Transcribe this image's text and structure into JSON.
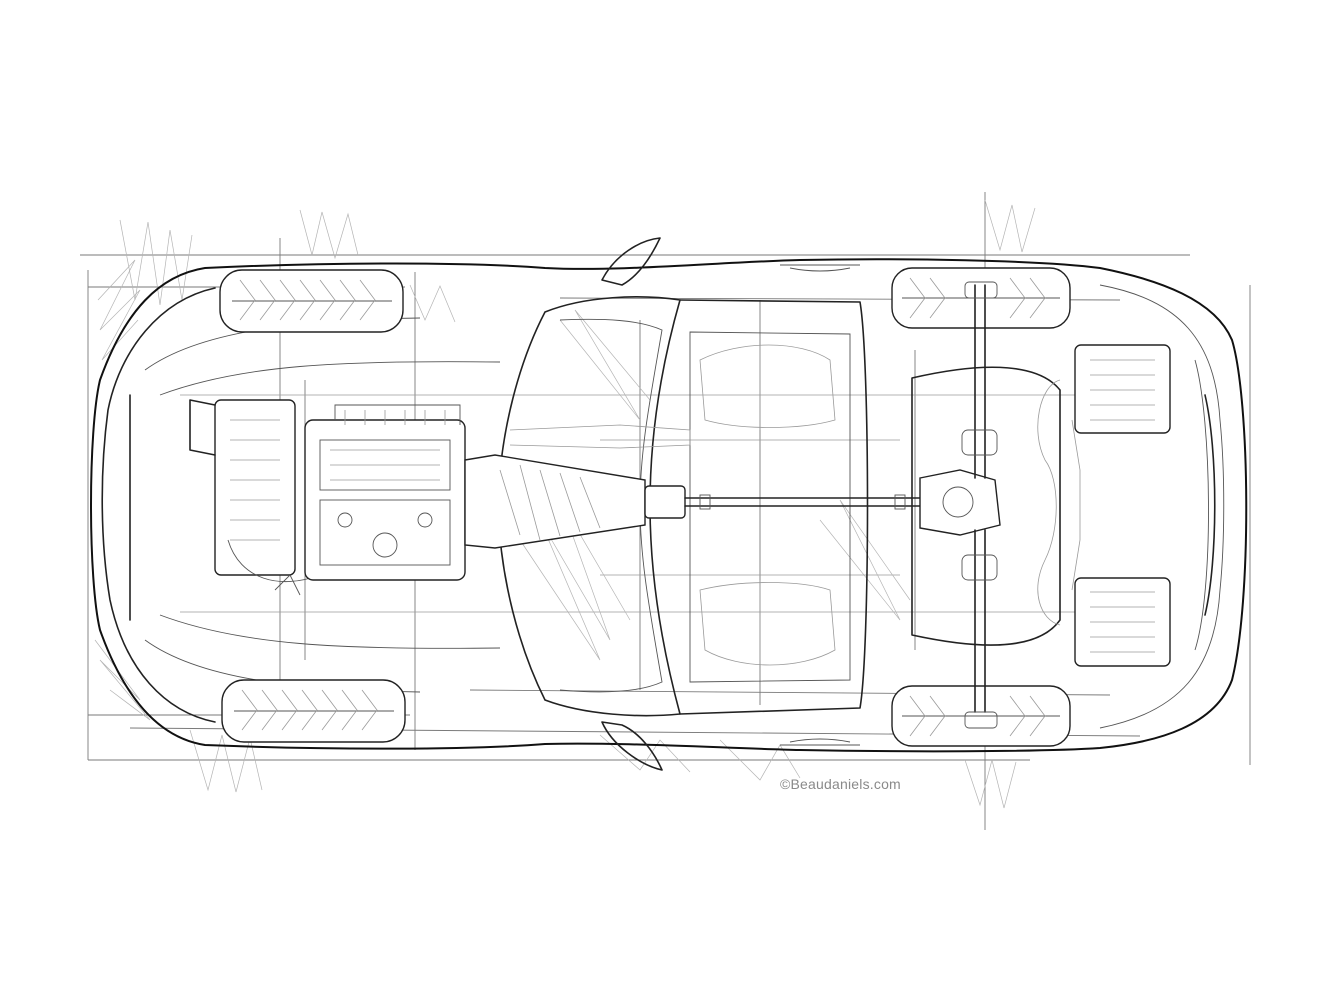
{
  "watermark": "©Beaudaniels.com",
  "icons": {
    "car": "car-top-view-drawing",
    "wheel": "tire-tread",
    "engine": "engine-block",
    "driveshaft": "driveshaft",
    "differential": "rear-differential",
    "muffler": "muffler"
  }
}
